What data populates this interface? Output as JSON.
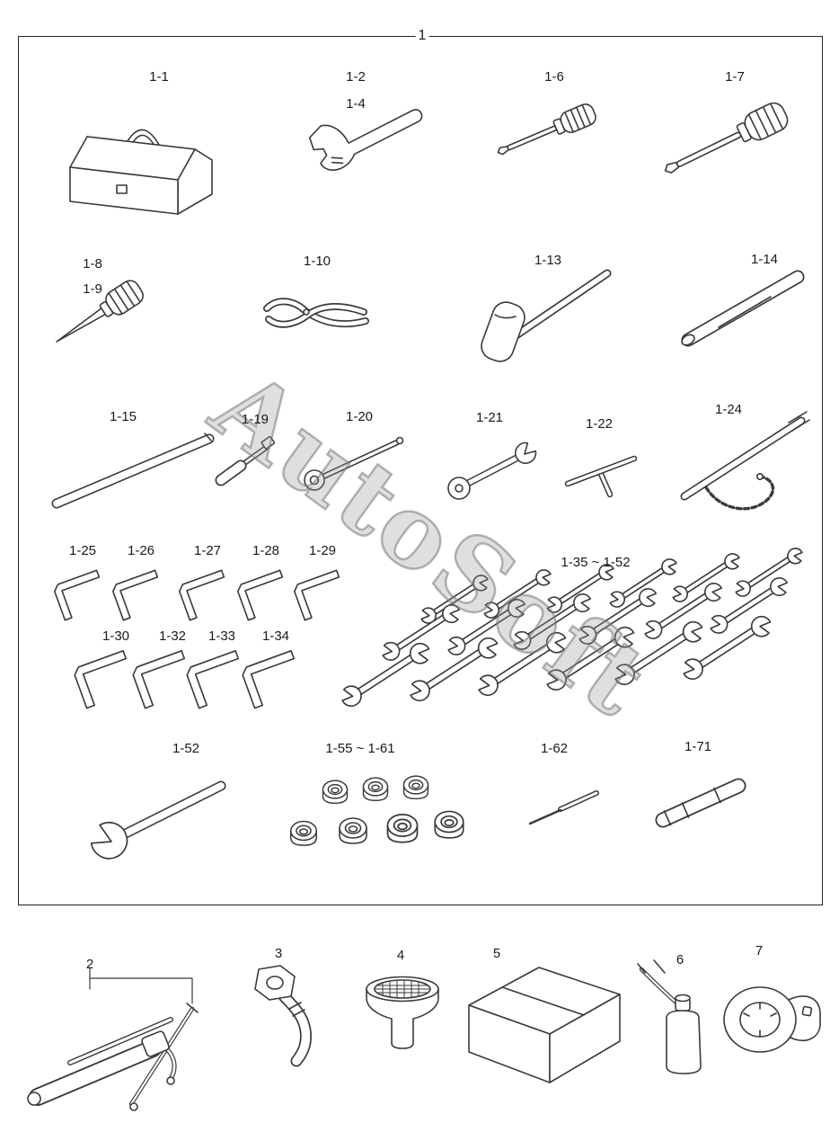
{
  "box_label": "1",
  "watermark": "AutoSoft",
  "labels": {
    "toolbox": "1-1",
    "adjustable_wrench_top": "1-2",
    "adjustable_wrench_bottom": "1-4",
    "screwdriver_small": "1-6",
    "screwdriver_large": "1-7",
    "awl_top": "1-8",
    "awl_bottom": "1-9",
    "pliers": "1-10",
    "hammer": "1-13",
    "lever_tool": "1-14",
    "extension_rod": "1-15",
    "socket_adapter": "1-19",
    "handle_wrench": "1-20",
    "ratchet_handle": "1-21",
    "t_handle_wrench": "1-22",
    "chain_wrench": "1-24",
    "hex_key_1": "1-25",
    "hex_key_2": "1-26",
    "hex_key_3": "1-27",
    "hex_key_4": "1-28",
    "hex_key_5": "1-29",
    "hex_key_6": "1-30",
    "hex_key_7": "1-32",
    "hex_key_8": "1-33",
    "hex_key_9": "1-34",
    "wrench_set": "1-35 ~ 1-52",
    "open_end_wrench": "1-52",
    "socket_set": "1-55 ~ 1-61",
    "pin_punch": "1-62",
    "plug_socket": "1-71",
    "grease_gun": "2",
    "hose_fitting": "3",
    "funnel": "4",
    "storage_box": "5",
    "oil_can": "6",
    "locknut_wrench": "7"
  }
}
